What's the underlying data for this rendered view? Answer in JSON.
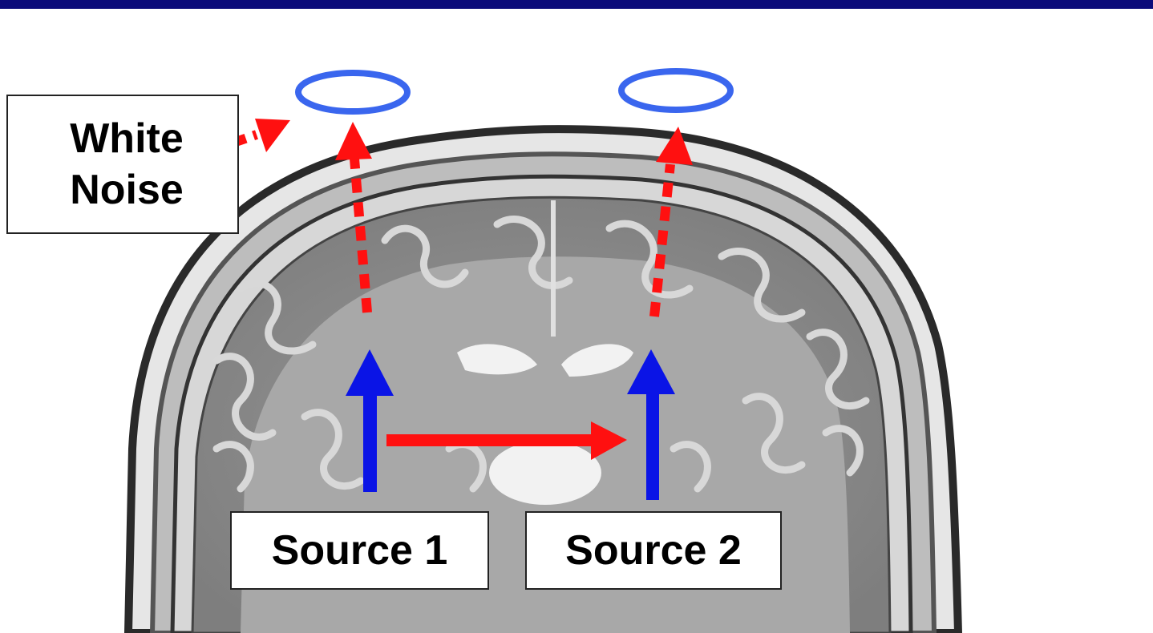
{
  "labels": {
    "white_noise_line1": "White",
    "white_noise_line2": "Noise",
    "source1": "Source 1",
    "source2": "Source 2"
  },
  "colors": {
    "top_bar": "#0b0b7a",
    "sensor_ring": "#3a66ee",
    "source_arrow": "#0a14e6",
    "noise_arrow": "#ff1010",
    "coupling_arrow": "#ff1010",
    "brain_dark": "#6a6a6a",
    "brain_light": "#c8c8c8"
  },
  "icons": {
    "sensor": "ellipse-ring-icon",
    "source": "blue-arrow-icon",
    "propagation": "dotted-red-arrow-icon",
    "connection": "solid-red-arrow-icon"
  }
}
